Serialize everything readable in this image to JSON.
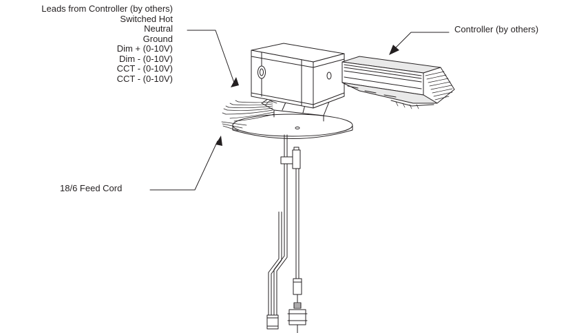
{
  "labels": {
    "leads": {
      "title": "Leads from Controller (by others)",
      "items": [
        "Switched Hot",
        "Neutral",
        "Ground",
        "Dim + (0-10V)",
        "Dim - (0-10V)",
        "CCT - (0-10V)",
        "CCT - (0-10V)"
      ]
    },
    "controller": "Controller (by others)",
    "feed_cord": "18/6 Feed Cord"
  },
  "colors": {
    "line": "#231f20",
    "background": "#ffffff"
  }
}
